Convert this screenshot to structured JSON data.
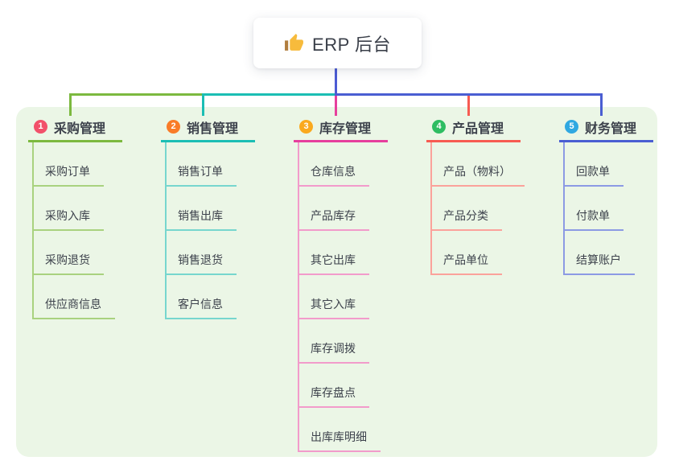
{
  "root": {
    "title": "ERP 后台",
    "icon": "thumbs-up-icon"
  },
  "branches": [
    {
      "index": "1",
      "title": "采购管理",
      "badge_color": "#f2506a",
      "line_color": "#7cb93f",
      "light_color": "#a9d27f",
      "items": [
        "采购订单",
        "采购入库",
        "采购退货",
        "供应商信息"
      ]
    },
    {
      "index": "2",
      "title": "销售管理",
      "badge_color": "#f97c28",
      "line_color": "#1bbeb4",
      "light_color": "#77d6ce",
      "items": [
        "销售订单",
        "销售出库",
        "销售退货",
        "客户信息"
      ]
    },
    {
      "index": "3",
      "title": "库存管理",
      "badge_color": "#faa91e",
      "line_color": "#e63f9d",
      "light_color": "#f29bcb",
      "items": [
        "仓库信息",
        "产品库存",
        "其它出库",
        "其它入库",
        "库存调拨",
        "库存盘点",
        "出库库明细"
      ]
    },
    {
      "index": "4",
      "title": "产品管理",
      "badge_color": "#2ebd62",
      "line_color": "#f75b52",
      "light_color": "#fba29b",
      "items": [
        "产品（物料）",
        "产品分类",
        "产品单位"
      ]
    },
    {
      "index": "5",
      "title": "财务管理",
      "badge_color": "#2fa8e1",
      "line_color": "#4a5ed2",
      "light_color": "#8c9ae4",
      "items": [
        "回款单",
        "付款单",
        "结算账户"
      ]
    }
  ],
  "colors": {
    "stem": "#4c5bd4",
    "panel_bg": "#ebf6e6",
    "text": "#3d424c",
    "thumb": "#f7bb3c",
    "thumb_cuff": "#b07d3e"
  }
}
